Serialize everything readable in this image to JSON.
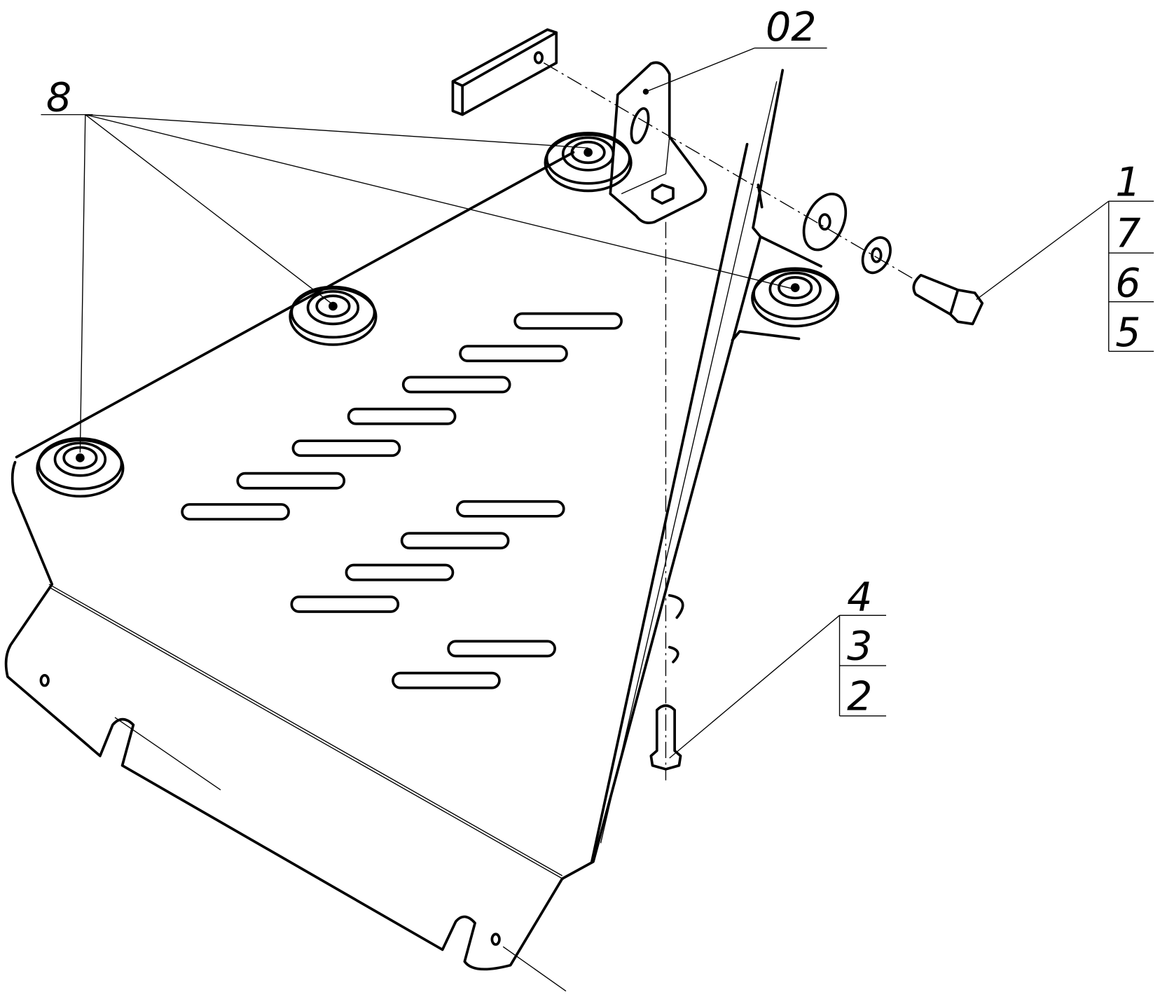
{
  "drawing": {
    "callouts": {
      "bushings": "8",
      "bracket": "02",
      "side_stack": [
        "1",
        "7",
        "6",
        "5"
      ],
      "bottom_stack": [
        "4",
        "3",
        "2"
      ]
    },
    "line_color": "#000000",
    "background": "#ffffff"
  }
}
